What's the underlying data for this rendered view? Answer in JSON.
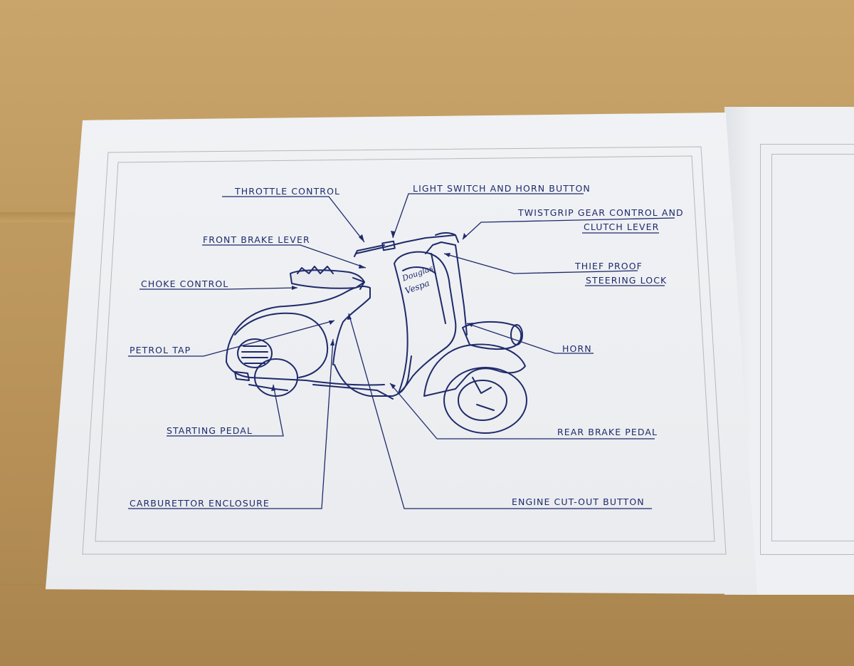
{
  "labels": {
    "throttle_control": "THROTTLE CONTROL",
    "light_switch": "LIGHT SWITCH AND HORN BUTTON",
    "twistgrip_1": "TWISTGRIP GEAR CONTROL AND",
    "twistgrip_2": "CLUTCH LEVER",
    "front_brake": "FRONT BRAKE LEVER",
    "thief_proof_1": "THIEF PROOF",
    "thief_proof_2": "STEERING LOCK",
    "choke_control": "CHOKE CONTROL",
    "petrol_tap": "PETROL TAP",
    "horn": "HORN",
    "starting_pedal": "STARTING PEDAL",
    "rear_brake": "REAR BRAKE PEDAL",
    "carburettor": "CARBURETTOR ENCLOSURE",
    "engine_cutout": "ENGINE CUT-OUT BUTTON"
  },
  "colors": {
    "ink": "#1f2a6b",
    "paper": "#eef0f3",
    "cardboard": "#c09b61"
  }
}
